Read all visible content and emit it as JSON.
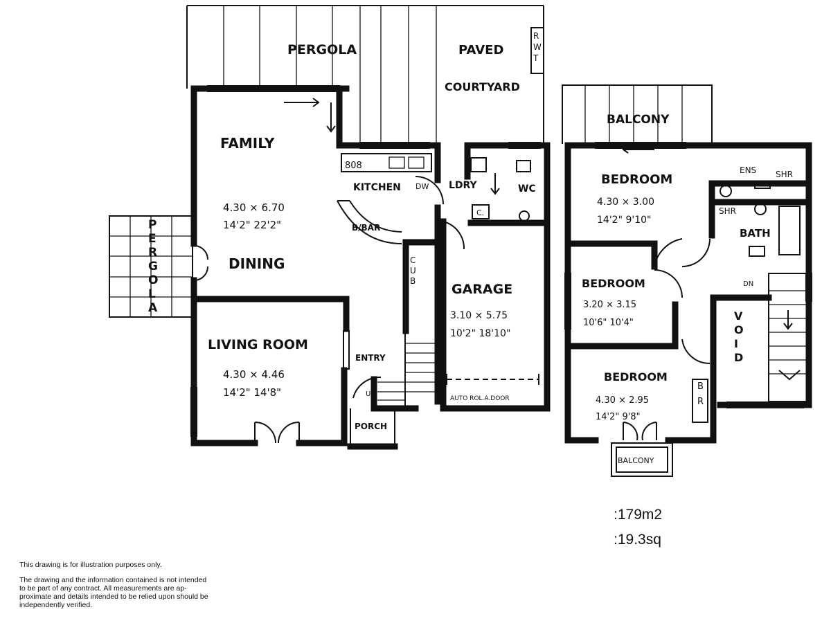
{
  "ground_floor": {
    "pergola_top": "PERGOLA",
    "paved_courtyard_line1": "PAVED",
    "paved_courtyard_line2": "COURTYARD",
    "rwt": "RWT",
    "family": "FAMILY",
    "family_dims_metric": "4.30 × 6.70",
    "family_dims_imperial": "14'2\"  22'2\"",
    "dining": "DINING",
    "pergola_side": "PERGOLA",
    "kitchen": "KITCHEN",
    "dw": "DW",
    "bench_label": "808",
    "ldry": "LDRY",
    "wc": "WC",
    "bbar": "B/BAR",
    "cub": "CUB",
    "garage": "GARAGE",
    "garage_dims_metric": "3.10 × 5.75",
    "garage_dims_imperial": "10'2\"  18'10\"",
    "garage_door": "AUTO ROL.A.DOOR",
    "living_room": "LIVING ROOM",
    "living_dims_metric": "4.30 × 4.46",
    "living_dims_imperial": "14'2\"  14'8\"",
    "entry": "ENTRY",
    "porch": "PORCH",
    "up": "UP",
    "c": "C."
  },
  "upper_floor": {
    "balcony_top": "BALCONY",
    "bedroom1": "BEDROOM",
    "bedroom1_dims_metric": "4.30 × 3.00",
    "bedroom1_dims_imperial": "14'2\"  9'10\"",
    "ens": "ENS",
    "shr1": "SHR",
    "shr2": "SHR",
    "bath": "BATH",
    "bedroom2": "BEDROOM",
    "bedroom2_dims_metric": "3.20 × 3.15",
    "bedroom2_dims_imperial": "10'6\"  10'4\"",
    "void": "VOID",
    "dn": "DN",
    "bedroom3": "BEDROOM",
    "bedroom3_dims_metric": "4.30 × 2.95",
    "bedroom3_dims_imperial": "14'2\"  9'8\"",
    "br": "BR",
    "balcony_bottom": "BALCONY"
  },
  "area": {
    "m2": ":179m2",
    "sq": ":19.3sq"
  },
  "disclaimer": {
    "title": "This drawing is for illustration purposes only.",
    "line1": "The drawing and the information contained is not intended",
    "line2": "to be part of any contract.  All measurements are ap-",
    "line3": "proximate and details intended to be relied upon should be",
    "line4": "independently verified."
  }
}
